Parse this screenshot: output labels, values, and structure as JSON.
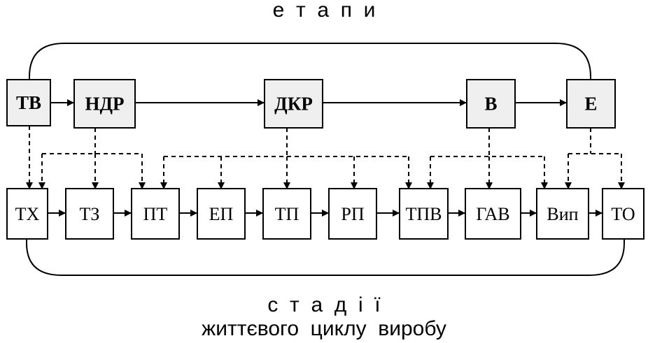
{
  "stages_title": "е  т  а  п  и",
  "phases_title": "с  т  а  д  і  ї",
  "phases_subtitle": "життєвого  циклу  виробу",
  "stages": [
    {
      "id": "tv",
      "label": "ТВ"
    },
    {
      "id": "ndr",
      "label": "НДР"
    },
    {
      "id": "dkr",
      "label": "ДКР"
    },
    {
      "id": "v",
      "label": "В"
    },
    {
      "id": "e",
      "label": "Е"
    }
  ],
  "phases": [
    {
      "id": "tx",
      "label": "ТХ"
    },
    {
      "id": "tz",
      "label": "ТЗ"
    },
    {
      "id": "pt",
      "label": "ПТ"
    },
    {
      "id": "ep",
      "label": "ЕП"
    },
    {
      "id": "tp",
      "label": "ТП"
    },
    {
      "id": "rp",
      "label": "РП"
    },
    {
      "id": "tpv",
      "label": "ТПВ"
    },
    {
      "id": "gav",
      "label": "ГАВ"
    },
    {
      "id": "vyp",
      "label": "Вип"
    },
    {
      "id": "to",
      "label": "ТО"
    }
  ],
  "stage_fill": "#efefef",
  "phase_fill": "#ffffff",
  "line_color": "#000000"
}
